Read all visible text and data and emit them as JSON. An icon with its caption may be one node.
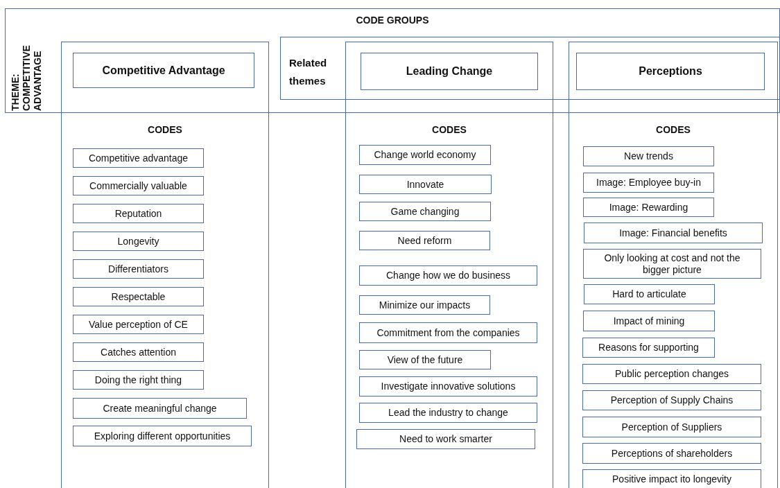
{
  "diagram": {
    "nodes": [
      {
        "text": [
          "CODE GROUPS"
        ]
      },
      {
        "text": [
          "CODES"
        ]
      },
      {
        "text": [
          "Competitive Advantage"
        ]
      },
      {
        "text": [
          "Related themes"
        ],
        "in": 0
      },
      {
        "text": [
          "CODES"
        ]
      },
      {
        "text": [
          "Leading Change"
        ]
      },
      {
        "text": [
          "CODES"
        ]
      },
      {
        "text": [
          "Perceptions"
        ]
      },
      {
        "text": [
          "Competitive advantage"
        ],
        "in": 1
      },
      {
        "text": [
          "Commercially  valuable"
        ],
        "in": 1
      },
      {
        "text": [
          "Reputation"
        ],
        "in": 1
      },
      {
        "text": [
          "Longevity"
        ],
        "in": 1
      },
      {
        "text": [
          "Differentiators"
        ],
        "in": 1
      },
      {
        "text": [
          "Respectable"
        ],
        "in": 1
      },
      {
        "text": [
          "Value perception of CE"
        ],
        "in": 1
      },
      {
        "text": [
          "Catches attention"
        ],
        "in": 1
      },
      {
        "text": [
          "Doing the right thing"
        ],
        "in": 1
      },
      {
        "text": [
          "Create meaningful change"
        ],
        "in": 1
      },
      {
        "text": [
          "Exploring different opportunities"
        ],
        "in": 1
      },
      {
        "text": [
          "Change world economy"
        ],
        "in": 4
      },
      {
        "text": [
          "Innovate"
        ],
        "in": 4
      },
      {
        "text": [
          "Game changing"
        ],
        "in": 4
      },
      {
        "text": [
          "Need reform"
        ],
        "in": 4
      },
      {
        "text": [
          "Change how we do business"
        ],
        "in": 4
      },
      {
        "text": [
          "Minimize our impacts"
        ],
        "in": 4
      },
      {
        "text": [
          "Commitment from the companies"
        ],
        "in": 4
      },
      {
        "text": [
          "View of the future"
        ],
        "in": 4
      },
      {
        "text": [
          "Investigate innovative solutions"
        ],
        "in": 4
      },
      {
        "text": [
          "Lead the industry to change"
        ],
        "in": 4
      },
      {
        "text": [
          "Need to work smarter"
        ],
        "in": 4
      },
      {
        "text": [
          "New trends"
        ],
        "in": 6
      },
      {
        "text": [
          "Image: Employee buy-in"
        ],
        "in": 6
      },
      {
        "text": [
          "Image: Rewarding"
        ],
        "in": 6
      },
      {
        "text": [
          "Image: Financial benefits"
        ],
        "in": 6
      },
      {
        "text": [
          "Only looking at cost and not the bigger picture"
        ],
        "in": 6
      },
      {
        "text": [
          "Hard to articulate"
        ],
        "in": 6
      },
      {
        "text": [
          "Impact of mining"
        ],
        "in": 6
      },
      {
        "text": [
          "Reasons for supporting"
        ],
        "in": 6
      },
      {
        "text": [
          "Public perception changes"
        ],
        "in": 6
      },
      {
        "text": [
          "Perception of Supply Chains"
        ],
        "in": 6
      },
      {
        "text": [
          "Perception of Suppliers"
        ],
        "in": 6
      },
      {
        "text": [
          "Perceptions of shareholders"
        ],
        "in": 6
      },
      {
        "text": [
          "Positive impact ito longevity"
        ],
        "in": 6
      }
    ],
    "labels": [
      "THEME: COMPETITIVE ADVANTAGE"
    ]
  }
}
